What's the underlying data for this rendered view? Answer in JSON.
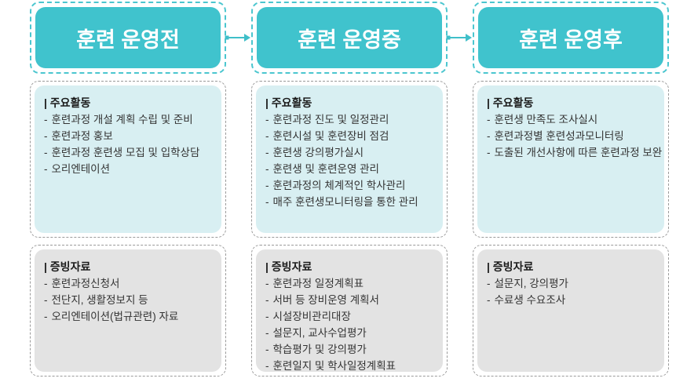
{
  "bullet": "-",
  "colors": {
    "header_fill": "#40C3CD",
    "header_border": "#4BC6CF",
    "activities_fill": "#D8EFF2",
    "evidence_fill": "#E3E3E3",
    "section_border": "#9A9A9A",
    "arrow": "#3FBFC9"
  },
  "columns": [
    {
      "title": "훈련 운영전",
      "activities": {
        "title": "| 주요활동",
        "items": [
          "훈련과정 개설 계획 수립 및 준비",
          "훈련과정 홍보",
          "훈련과정 훈련생 모집 및 입학상담",
          "오리엔테이션"
        ]
      },
      "evidence": {
        "title": "| 증빙자료",
        "items": [
          "훈련과정신청서",
          "전단지, 생활정보지 등",
          "오리엔테이션(법규관련) 자료"
        ]
      }
    },
    {
      "title": "훈련 운영중",
      "activities": {
        "title": "| 주요활동",
        "items": [
          "훈련과정 진도 및 일정관리",
          "훈련시설 및 훈련장비 점검",
          "훈련생 강의평가실시",
          "훈련생 및 훈련운영 관리",
          "훈련과정의 체계적인 학사관리",
          "매주 훈련생모니터링을 통한 관리"
        ]
      },
      "evidence": {
        "title": "| 증빙자료",
        "items": [
          "훈련과정 일정계획표",
          "서버 등 장비운영 계획서",
          "시설장비관리대장",
          "설문지, 교사수업평가",
          "학습평가 및 강의평가",
          "훈련일지 및 학사일정계획표"
        ]
      }
    },
    {
      "title": "훈련 운영후",
      "activities": {
        "title": "| 주요활동",
        "items": [
          "훈련생 만족도 조사실시",
          "훈련과정별 훈련성과모니터링",
          "도출된 개선사항에 따른 훈련과정 보완"
        ]
      },
      "evidence": {
        "title": "| 증빙자료",
        "items": [
          "설문지, 강의평가",
          "수료생 수요조사"
        ]
      }
    }
  ]
}
